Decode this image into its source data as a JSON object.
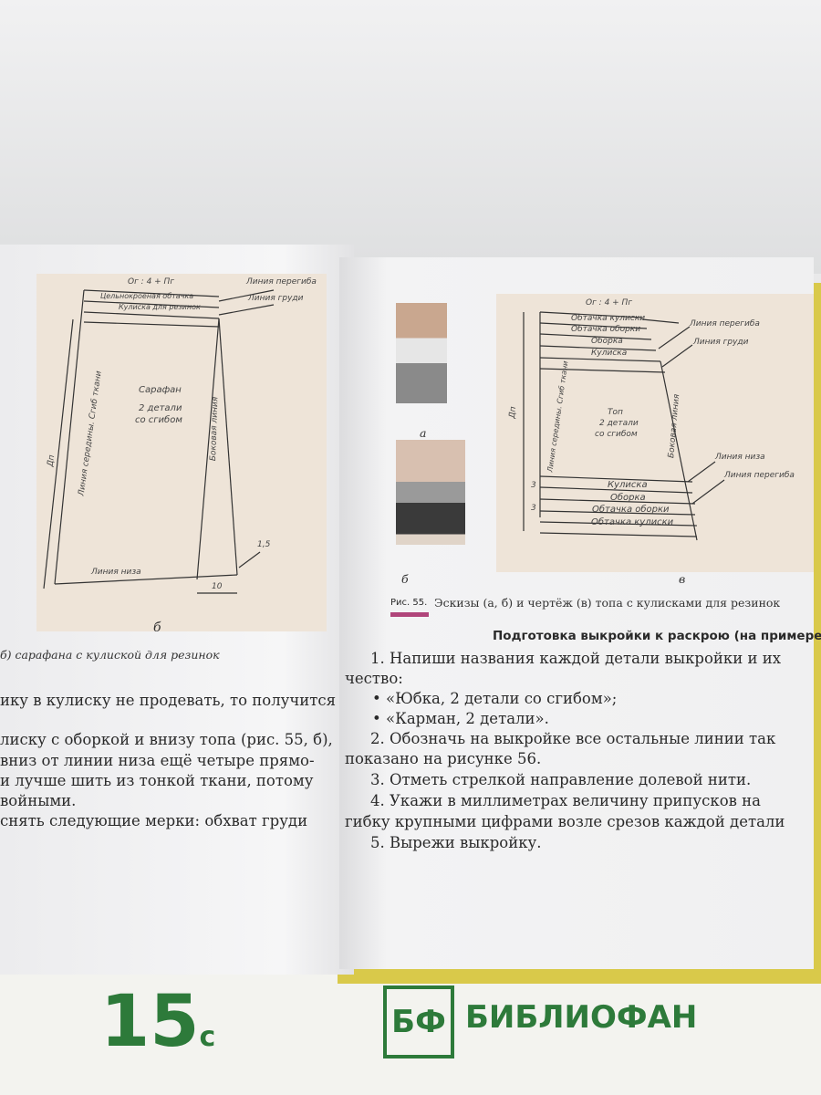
{
  "left_page": {
    "figure": {
      "top_label": "Ог : 4 + Пг",
      "band1": "Цельнокроеная обтачка",
      "band2": "Кулиска для резинок",
      "fold_line": "Линия перегиба",
      "bust_line": "Линия груди",
      "length": "Дп",
      "center_line": "Линия середины. Сгиб ткани",
      "title": "Сарафан",
      "subtitle1": "2 детали",
      "subtitle2": "со сгибом",
      "side_line": "Боковая линия",
      "hem_line": "Линия низа",
      "dim_15": "1,5",
      "dim_10": "10",
      "letter": "б"
    },
    "caption": "б) сарафана с кулиской для резинок",
    "lines": [
      "ику в кулиску не продевать, то получится",
      "лиску с оборкой и внизу топа (рис. 55, б),",
      "вниз от линии низа ещё четыре прямо-",
      "и лучше шить из тонкой ткани, потому",
      "войными.",
      "снять следующие мерки: обхват груди"
    ]
  },
  "right_page": {
    "sketch_a": "а",
    "sketch_b": "б",
    "figure": {
      "top_label": "Ог : 4 + Пг",
      "bands_top": [
        "Обтачка кулиски",
        "Обтачка оборки",
        "Оборка",
        "Кулиска"
      ],
      "fold_line": "Линия перегиба",
      "bust_line": "Линия груди",
      "length": "Дп",
      "center_line": "Линия середины. Сгиб ткани",
      "title": "Топ",
      "subtitle1": "2 детали",
      "subtitle2": "со сгибом",
      "side_line": "Боковая линия",
      "hem_line": "Линия низа",
      "fold_line2": "Линия перегиба",
      "bands_bottom": [
        "Кулиска",
        "Оборка",
        "Обтачка оборки",
        "Обтачка кулиски"
      ],
      "dim": "3",
      "letter": "в"
    },
    "caption_prefix": "Рис. 55.",
    "caption": "Эскизы (а, б) и чертёж (в) топа с кулисками для резинок",
    "heading": "Подготовка выкройки к раскрою (на примере",
    "lines": [
      "1. Напиши названия каждой детали выкройки и их",
      "чество:",
      "•  «Юбка, 2 детали со сгибом»;",
      "•  «Карман, 2 детали».",
      "2. Обозначь на выкройке все остальные линии так",
      "показано на рисунке 56.",
      "3. Отметь стрелкой направление долевой нити.",
      "4. Укажи в миллиметрах величину припусков на",
      "гибку крупными цифрами возле срезов каждой детали",
      "5. Вырежи выкройку."
    ]
  },
  "cover": {
    "series": "15",
    "series_suffix": "с",
    "logo_mark": "БФ",
    "publisher": "БИБЛИОФАН"
  },
  "colors": {
    "accent": "#b0457a",
    "brand": "#2d7a3a",
    "cover_yellow": "#d9c94a"
  }
}
